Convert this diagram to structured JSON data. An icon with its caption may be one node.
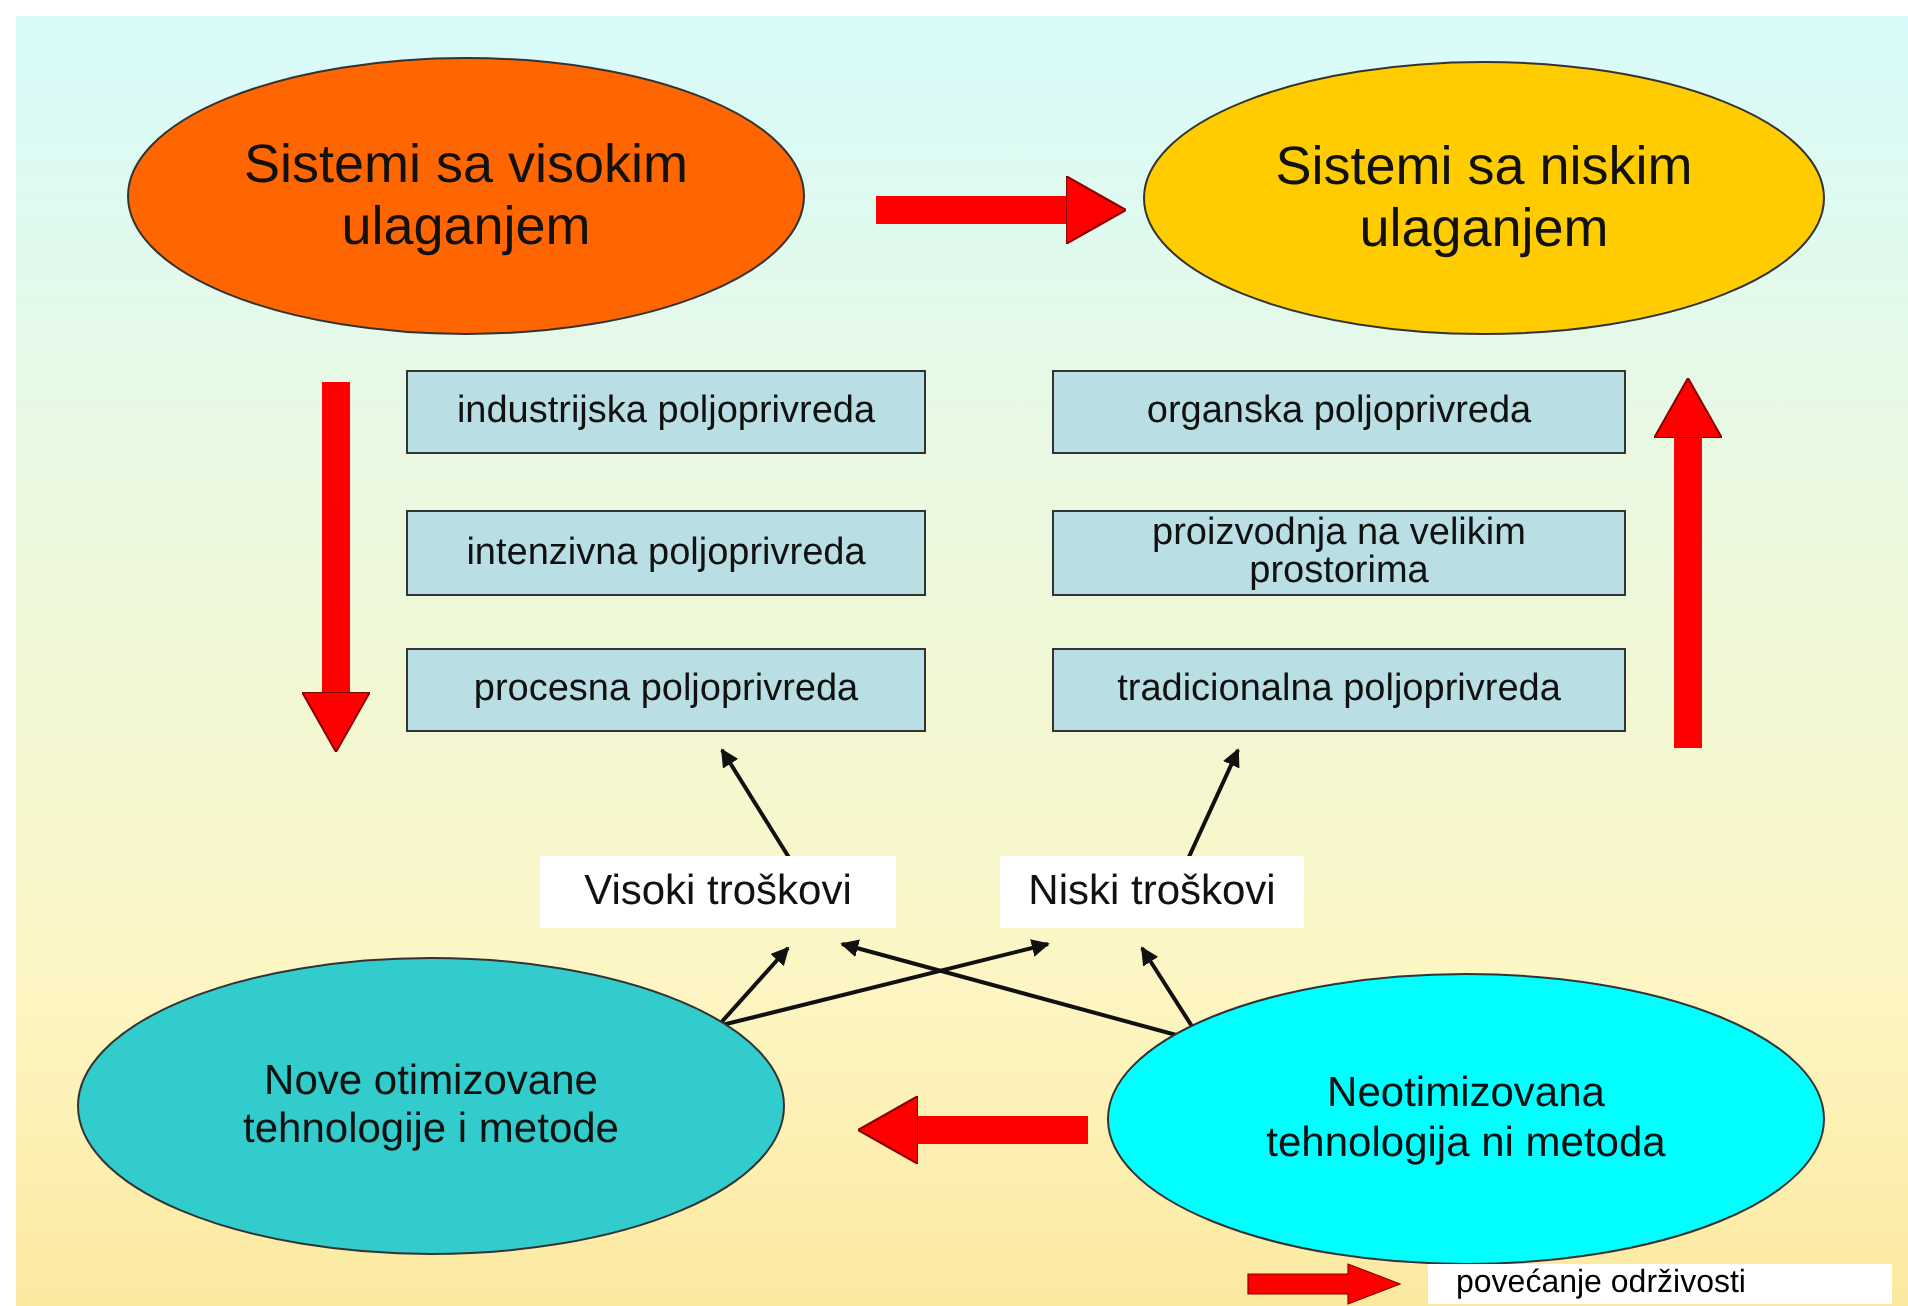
{
  "diagram": {
    "nodes": [
      {
        "text": [
          "Sistemi sa visokim ulaganjem"
        ]
      },
      {
        "text": [
          "Sistemi sa niskim ulaganjem"
        ]
      },
      {
        "text": [
          "industrijska poljoprivreda"
        ]
      },
      {
        "text": [
          "organska poljoprivreda"
        ]
      },
      {
        "text": [
          "intenzivna poljoprivreda"
        ]
      },
      {
        "text": [
          "proizvodnja na velikim prostorima"
        ]
      },
      {
        "text": [
          "procesna poljoprivreda"
        ]
      },
      {
        "text": [
          "tradicionalna poljoprivreda"
        ]
      },
      {
        "text": [
          "Visoki troškovi"
        ]
      },
      {
        "text": [
          "Niski troškovi"
        ]
      },
      {
        "text": [
          "Nove otimizovane tehnologije i metode"
        ]
      },
      {
        "text": [
          "Neotimizovana tehnologija ni metoda"
        ]
      }
    ],
    "edges": [
      {
        "from": 0,
        "to": 1,
        "arrow": "to",
        "style": "thick",
        "color": "#ff0000"
      },
      {
        "from": 0,
        "to": 6,
        "arrow": "to",
        "style": "thick",
        "color": "#ff0000"
      },
      {
        "from": null,
        "to": 1,
        "arrow": "to",
        "style": "thick",
        "color": "#ff0000"
      },
      {
        "from": 11,
        "to": 10,
        "arrow": "to",
        "style": "thick",
        "color": "#ff0000"
      },
      {
        "from": 8,
        "to": 6,
        "arrow": "to"
      },
      {
        "from": 9,
        "to": 7,
        "arrow": "to"
      },
      {
        "from": 10,
        "to": 8,
        "arrow": "to"
      },
      {
        "from": 10,
        "to": 9,
        "arrow": "to"
      },
      {
        "from": 11,
        "to": 8,
        "arrow": "to"
      },
      {
        "from": 11,
        "to": 9,
        "arrow": "to"
      }
    ],
    "legend": [
      {
        "text": "povećanje održivosti"
      }
    ]
  }
}
